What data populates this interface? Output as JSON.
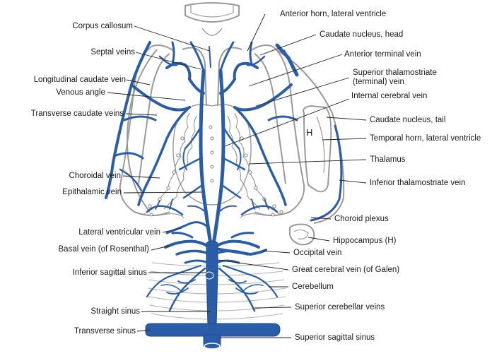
{
  "structure_letter": "H",
  "colors": {
    "vein": "#2a5da8",
    "vein_dark": "#1d4a8c",
    "outline": "#9a9a9a",
    "leader": "#222222"
  },
  "labels_left": {
    "corpus_callosum": "Corpus callosum",
    "septal_veins": "Septal veins",
    "longitudinal_caudate_vein": "Longitudinal caudate vein",
    "venous_angle": "Venous angle",
    "transverse_caudate_veins": "Transverse caudate veins",
    "choroidal_vein": "Choroidal vein",
    "epithalamic_vein": "Epithalamic vein",
    "lateral_ventricular_vein": "Lateral ventricular vein",
    "basal_vein": "Basal vein (of Rosenthal)",
    "inferior_sagittal_sinus": "Inferior sagittal sinus",
    "straight_sinus": "Straight sinus",
    "transverse_sinus": "Transverse sinus"
  },
  "labels_right": {
    "anterior_horn": "Anterior horn, lateral ventricle",
    "caudate_head": "Caudate nucleus, head",
    "anterior_terminal_vein": "Anterior terminal vein",
    "superior_thalamostriate_vein": "Superior thalamostriate\n(terminal) vein",
    "internal_cerebral_vein": "Internal cerebral vein",
    "caudate_tail": "Caudate nucleus, tail",
    "temporal_horn": "Temporal horn, lateral ventricle",
    "thalamus": "Thalamus",
    "inferior_thalamostriate_vein": "Inferior thalamostriate vein",
    "choroid_plexus": "Choroid plexus",
    "hippocampus": "Hippocampus (H)",
    "occipital_vein": "Occipital vein",
    "great_cerebral_vein": "Great cerebral vein (of Galen)",
    "cerebellum": "Cerebellum",
    "superior_cerebellar_veins": "Superior cerebellar veins",
    "superior_sagittal_sinus": "Superior sagittal sinus"
  }
}
